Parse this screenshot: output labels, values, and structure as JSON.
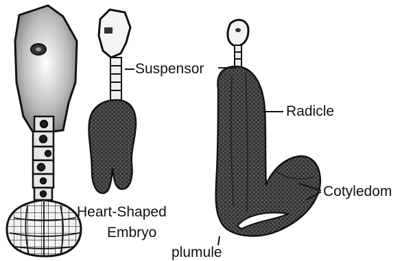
{
  "labels": {
    "suspensor": "Suspensor",
    "radicle": "Radicle",
    "cotyledom": "Cotyledom",
    "heart_shaped_line1": "Heart-Shaped",
    "heart_shaped_line2": "Embryo",
    "plumule": "plumule"
  },
  "colors": {
    "ink": "#111111",
    "cell_fill": "#e9e9e9",
    "cell_shade": "#9a9a9a",
    "dense_tissue": "#3a3a3a"
  }
}
